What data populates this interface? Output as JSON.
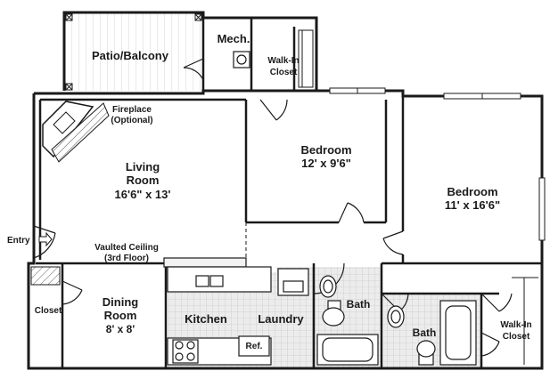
{
  "rooms": {
    "patio": "Patio/Balcony",
    "mech": "Mech.",
    "walkin_closet_1": [
      "Walk-In",
      "Closet"
    ],
    "fireplace": [
      "Fireplace",
      "(Optional)"
    ],
    "living": [
      "Living",
      "Room",
      "16'6\" x 13'"
    ],
    "bedroom_1": [
      "Bedroom",
      "12' x 9'6\""
    ],
    "bedroom_2": [
      "Bedroom",
      "11' x 16'6\""
    ],
    "entry": "Entry",
    "vaulted": [
      "Vaulted Ceiling",
      "(3rd Floor)"
    ],
    "closet": "Closet",
    "dining": [
      "Dining",
      "Room",
      "8' x 8'"
    ],
    "kitchen": "Kitchen",
    "laundry": "Laundry",
    "ref": "Ref.",
    "bath_1": "Bath",
    "bath_2": "Bath",
    "walkin_closet_2": [
      "Walk-In",
      "Closet"
    ]
  },
  "colors": {
    "wall": "#1a1a1a",
    "floor_tile": "#e6e6e6",
    "background": "#ffffff"
  }
}
